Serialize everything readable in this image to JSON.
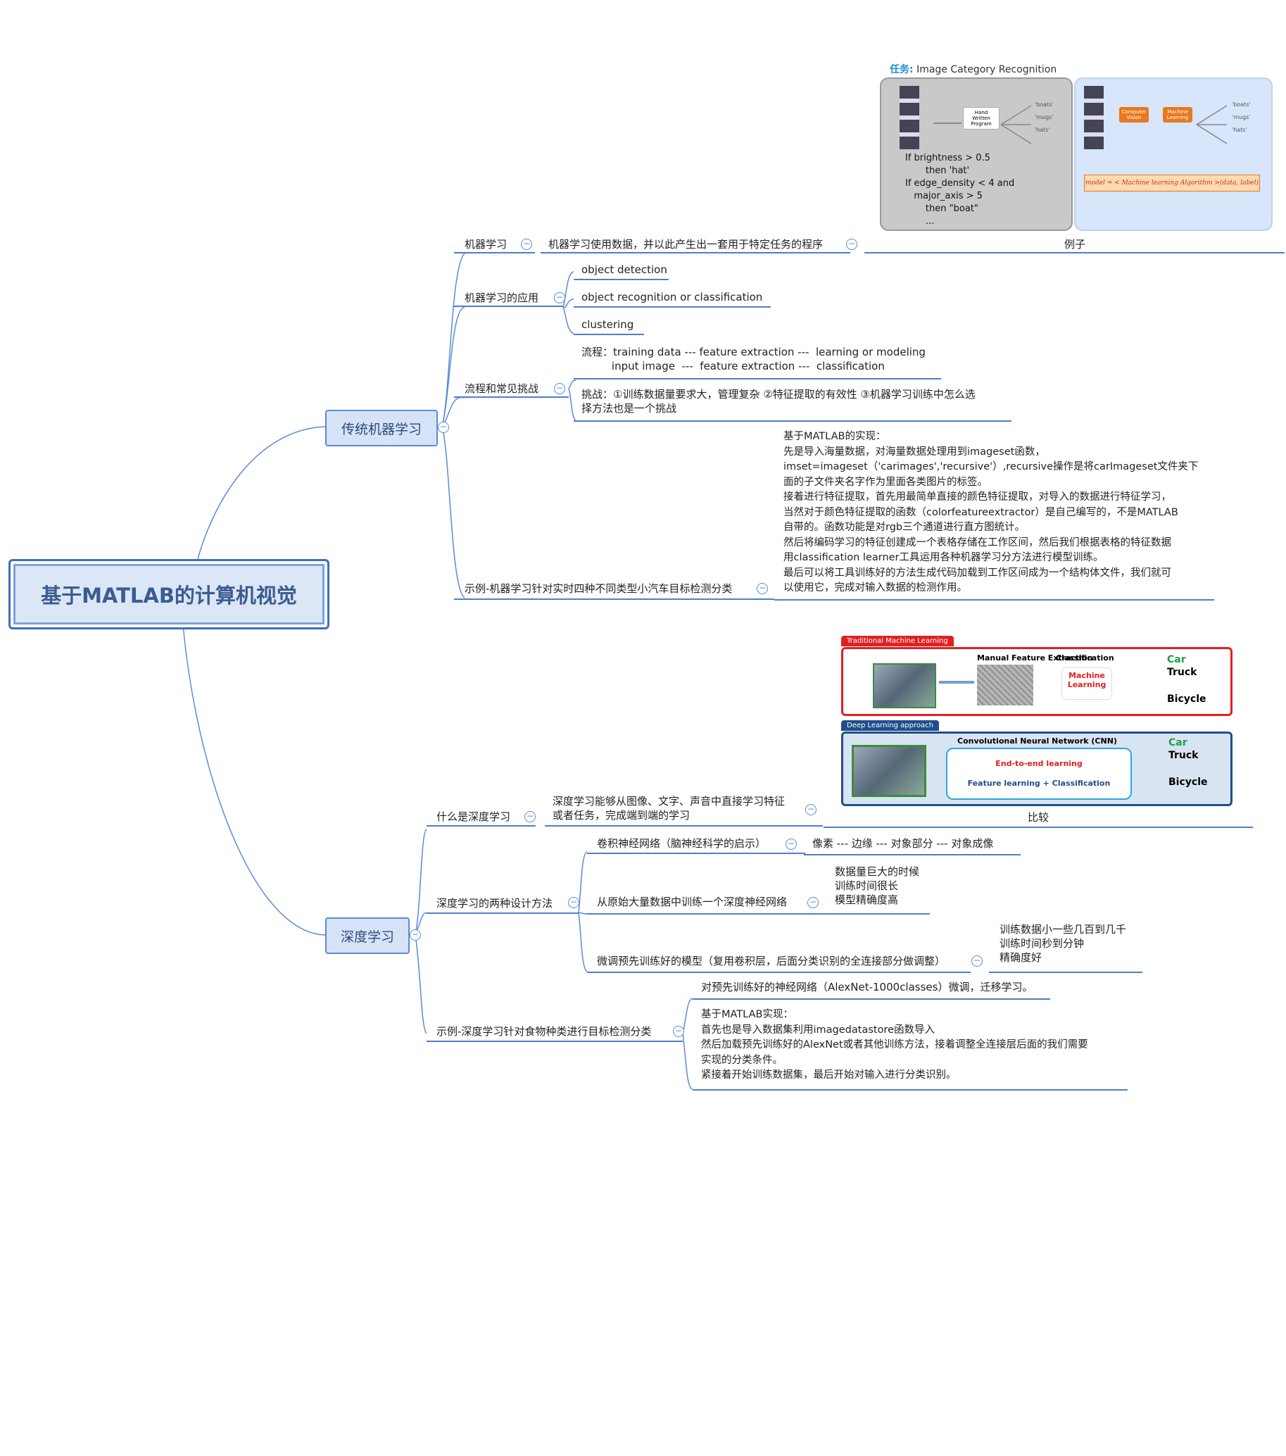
{
  "root": {
    "title": "基于MATLAB的计算机视觉"
  },
  "branches": {
    "traditional": {
      "label": "传统机器学习",
      "ml": {
        "label": "机器学习",
        "definition": "机器学习使用数据，并以此产生出一套用于特定任务的程序",
        "example_label": "例子"
      },
      "apps": {
        "label": "机器学习的应用",
        "items": [
          "object detection",
          "object recognition or classification",
          "clustering"
        ]
      },
      "flow": {
        "label": "流程和常见挑战",
        "process": "流程：training data --- feature extraction ---  learning or modeling\n         input image  ---  feature extraction ---  classification",
        "challenge": "挑战：①训练数据量要求大，管理复杂  ②特征提取的有效性  ③机器学习训练中怎么选\n择方法也是一个挑战"
      },
      "example": {
        "label": "示例-机器学习针对实时四种不同类型小汽车目标检测分类",
        "content": "基于MATLAB的实现：\n先是导入海量数据，对海量数据处理用到imageset函数，\nimset=imageset（'carimages','recursive'）,recursive操作是将carImageset文件夹下\n面的子文件夹名字作为里面各类图片的标签。\n接着进行特征提取，首先用最简单直接的颜色特征提取，对导入的数据进行特征学习，\n当然对于颜色特征提取的函数（colorfeatureextractor）是自己编写的，不是MATLAB\n自带的。函数功能是对rgb三个通道进行直方图统计。\n然后将编码学习的特征创建成一个表格存储在工作区间，然后我们根据表格的特征数据\n用classification learner工具运用各种机器学习分方法进行模型训练。\n最后可以将工具训练好的方法生成代码加载到工作区间成为一个结构体文件，我们就可\n以使用它，完成对输入数据的检测作用。"
      }
    },
    "deep": {
      "label": "深度学习",
      "what": {
        "label": "什么是深度学习",
        "definition": "深度学习能够从图像、文字、声音中直接学习特征\n或者任务，完成端到端的学习",
        "compare_label": "比较"
      },
      "design": {
        "label": "深度学习的两种设计方法",
        "cnn": {
          "label": "卷积神经网络（脑神经科学的启示）",
          "detail": "像素 --- 边缘 --- 对象部分 --- 对象成像"
        },
        "scratch": {
          "label": "从原始大量数据中训练一个深度神经网络",
          "detail": "数据量巨大的时候\n训练时间很长\n模型精确度高"
        },
        "finetune": {
          "label": "微调预先训练好的模型（复用卷积层，后面分类识别的全连接部分做调整）",
          "detail": "训练数据小一些几百到几千\n训练时间秒到分钟\n精确度好"
        }
      },
      "example": {
        "label": "示例-深度学习针对食物种类进行目标检测分类",
        "transfer": "对预先训练好的神经网络（AlexNet-1000classes）微调，迁移学习。",
        "content": "基于MATLAB实现：\n首先也是导入数据集利用imagedatastore函数导入\n然后加载预先训练好的AlexNet或者其他训练方法，接着调整全连接层后面的我们需要\n实现的分类条件。\n紧接着开始训练数据集，最后开始对输入进行分类识别。"
      }
    }
  },
  "image1": {
    "task_label": "任务:",
    "task_title": "Image Category Recognition",
    "left_box": "Hand\nWritten\nProgram",
    "outputs": [
      "'boats'",
      "'mugs'",
      "'hats'"
    ],
    "rules": "If brightness > 0.5\n       then 'hat'\nIf edge_density < 4 and\n   major_axis > 5\n       then \"boat\"\n       ...",
    "cv": "Computer\nVision",
    "ml": "Machine\nLearning",
    "formula": "model = < Machine learning Algorithm >(data, label)"
  },
  "image2": {
    "trad_header": "Traditional Machine Learning",
    "manual": "Manual Feature Extraction",
    "classification": "Classification",
    "ml": "Machine\nLearning",
    "dl_header": "Deep Learning approach",
    "cnn": "Convolutional Neural Network (CNN)",
    "e2e": "End-to-end learning",
    "fl": "Feature learning + Classification",
    "outputs": [
      "Car",
      "Truck",
      "Bicycle"
    ]
  },
  "colors": {
    "line": "#4d7ecb",
    "accent": "#3d6fc4",
    "red": "#e02020",
    "navy": "#1f4e8c",
    "orange": "#e8781e"
  }
}
